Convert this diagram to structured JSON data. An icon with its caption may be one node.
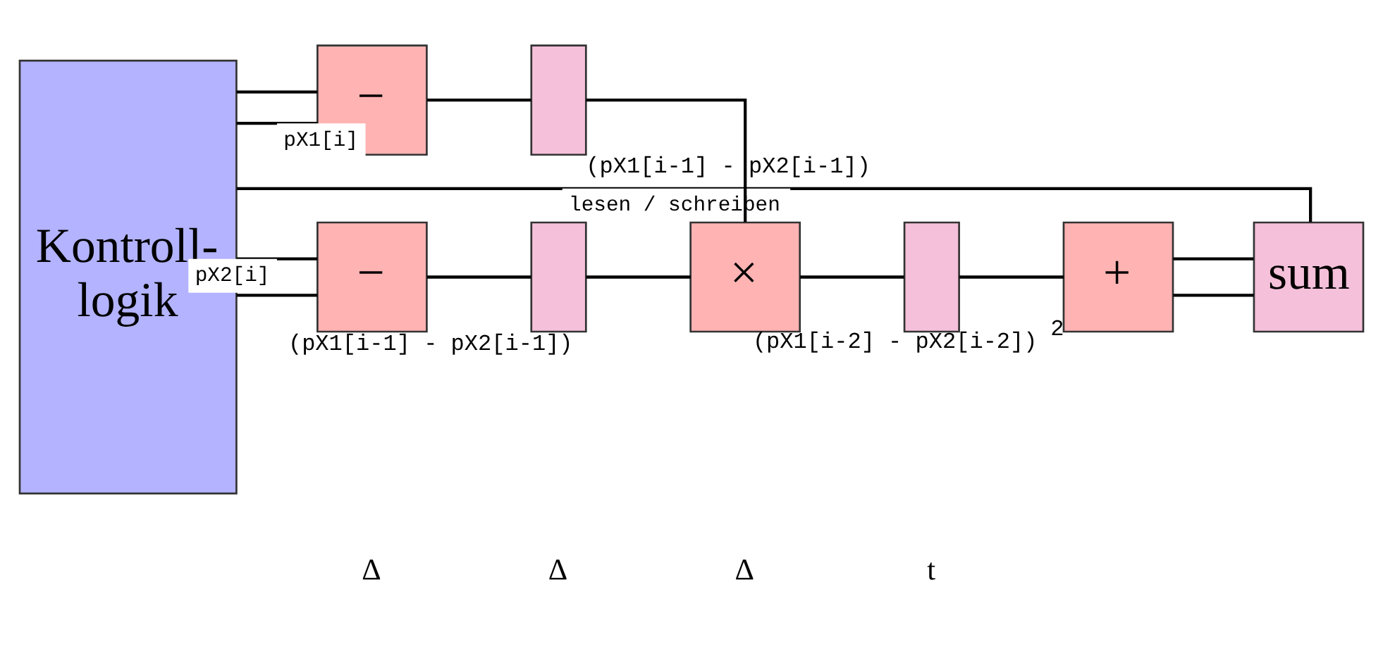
{
  "diagram": {
    "nodes": [
      {
        "text": [
          "Kontroll- logik"
        ]
      },
      {
        "text": [
          "−"
        ]
      },
      {
        "text": [
          "−"
        ]
      },
      {
        "text": [],
        "shape": "box",
        "beside": [
          "(pX1[i-1] - pX2[i-1])"
        ]
      },
      {
        "text": [],
        "shape": "box",
        "beside": [
          "(pX1[i-1] - pX2[i-1])"
        ]
      },
      {
        "text": [
          "×"
        ]
      },
      {
        "text": [],
        "shape": "box"
      },
      {
        "text": [
          "+"
        ],
        "beside": [
          "(pX1[i-2] - pX2[i-2])$^{2}$"
        ]
      },
      {
        "text": [
          "sum"
        ]
      }
    ],
    "edges": [
      {
        "from": 0,
        "to": 8,
        "arrow": "none",
        "label": "lesen / schreiben"
      },
      {
        "from": 0,
        "to": 1,
        "arrow": "none",
        "label": "pX1[i]"
      },
      {
        "from": 0,
        "to": 2,
        "arrow": "none"
      },
      {
        "from": 0,
        "to": 2,
        "arrow": "none",
        "label": "pX2[i]"
      },
      {
        "from": 0,
        "to": 1,
        "arrow": "none"
      },
      {
        "from": 1,
        "to": 3,
        "arrow": "none"
      },
      {
        "from": 2,
        "to": 4,
        "arrow": "none"
      },
      {
        "from": 3,
        "to": 5,
        "arrow": "none"
      },
      {
        "from": 4,
        "to": 5,
        "arrow": "none"
      },
      {
        "from": 5,
        "to": 6,
        "arrow": "none"
      },
      {
        "from": 6,
        "to": 7,
        "arrow": "none"
      },
      {
        "from": 8,
        "to": 7,
        "arrow": "none"
      },
      {
        "from": 7,
        "to": 8,
        "arrow": "none"
      }
    ],
    "labels": [
      "Δ",
      "Δ",
      "Δ",
      "t"
    ]
  }
}
